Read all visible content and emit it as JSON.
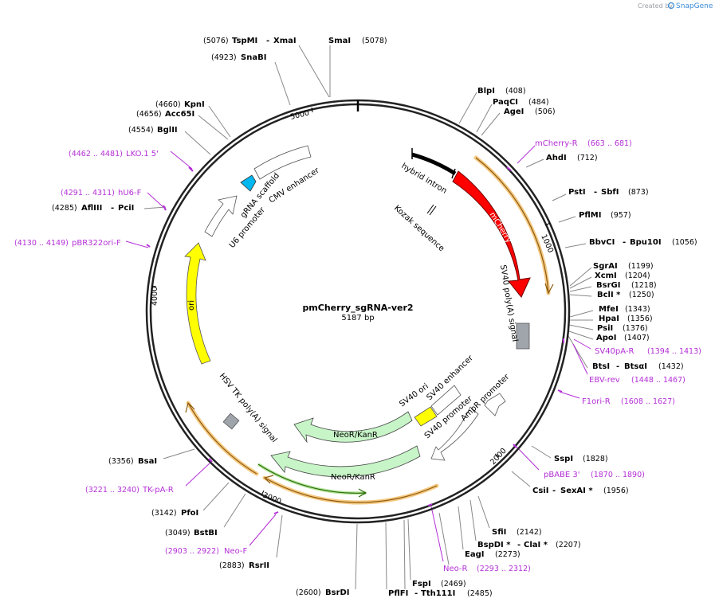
{
  "credit": {
    "created_by": "Created by",
    "brand": "SnapGene",
    "icon": "snapgene-icon"
  },
  "plasmid": {
    "name": "pmCherry_sgRNA-ver2",
    "size": "5187 bp"
  },
  "ticks": [
    "1000",
    "2000",
    "3000",
    "4000",
    "5000"
  ],
  "features": {
    "hybrid_intron": "hybrid intron",
    "mcherry": "mCherry",
    "kozak": "Kozak sequence",
    "sv40_polya": "SV40 poly(A) signal",
    "sv40_ori": "SV40 ori",
    "sv40_enhancer": "SV40 enhancer",
    "ampr_promoter": "AmpR promoter",
    "sv40_promoter": "SV40 promoter",
    "neor1": "NeoR/KanR",
    "neor2": "NeoR/KanR",
    "hsv_polya": "HSV TK poly(A) signal",
    "ori": "ori",
    "u6_promoter": "U6 promoter",
    "grna_scaffold": "gRNA scaffold",
    "cmv_enhancer": "CMV enhancer"
  },
  "site_labels": [
    {
      "name": "SmaI",
      "pos": "(5078)"
    },
    {
      "name": "TspMI",
      "name2": "XmaI",
      "sep": "-",
      "pos": "(5076)"
    },
    {
      "name": "SnaBI",
      "pos": "(4923)"
    },
    {
      "name": "KpnI",
      "pos": "(4660)"
    },
    {
      "name": "Acc65I",
      "pos": "(4656)"
    },
    {
      "name": "BglII",
      "pos": "(4554)"
    },
    {
      "name": "AflIII",
      "name2": "PciI",
      "sep": "-",
      "pos": "(4285)"
    },
    {
      "name": "BlpI",
      "pos": "(408)"
    },
    {
      "name": "PaqCI",
      "pos": "(484)"
    },
    {
      "name": "AgeI",
      "pos": "(506)"
    },
    {
      "name": "AhdI",
      "pos": "(712)"
    },
    {
      "name": "PstI",
      "name2": "SbfI",
      "sep": "-",
      "pos": "(873)"
    },
    {
      "name": "PflMI",
      "pos": "(957)"
    },
    {
      "name": "BbvCI",
      "name2": "Bpu10I",
      "sep": "-",
      "pos": "(1056)"
    },
    {
      "name": "SgrAI",
      "pos": "(1199)"
    },
    {
      "name": "XcmI",
      "pos": "(1204)"
    },
    {
      "name": "BsrGI",
      "pos": "(1218)"
    },
    {
      "name": "BclI *",
      "pos": "(1250)"
    },
    {
      "name": "MfeI",
      "pos": "(1343)"
    },
    {
      "name": "HpaI",
      "pos": "(1356)"
    },
    {
      "name": "PsiI",
      "pos": "(1376)"
    },
    {
      "name": "ApoI",
      "pos": "(1407)"
    },
    {
      "name": "BtsI",
      "name2": "BtsαI",
      "sep": "-",
      "pos": "(1432)"
    },
    {
      "name": "SspI",
      "pos": "(1828)"
    },
    {
      "name": "CsiI",
      "name2": "SexAI *",
      "sep": "-",
      "pos": "(1956)"
    },
    {
      "name": "SfiI",
      "pos": "(2142)"
    },
    {
      "name": "BspDI *",
      "name2": "ClaI *",
      "sep": "-",
      "pos": "(2207)"
    },
    {
      "name": "EagI",
      "pos": "(2273)"
    },
    {
      "name": "FspI",
      "pos": "(2469)"
    },
    {
      "name": "PflFI",
      "name2": "Tth111I",
      "sep": "-",
      "pos": "(2485)"
    },
    {
      "name": "BsrDI",
      "pos": "(2600)"
    },
    {
      "name": "RsrII",
      "pos": "(2883)"
    },
    {
      "name": "BstBI",
      "pos": "(3049)"
    },
    {
      "name": "PfoI",
      "pos": "(3142)"
    },
    {
      "name": "BsaI",
      "pos": "(3356)"
    }
  ],
  "primer_labels": [
    {
      "name": "mCherry-R",
      "pos": "(663 .. 681)"
    },
    {
      "name": "SV40pA-R",
      "pos": "(1394 .. 1413)"
    },
    {
      "name": "EBV-rev",
      "pos": "(1448 .. 1467)"
    },
    {
      "name": "F1ori-R",
      "pos": "(1608 .. 1627)"
    },
    {
      "name": "pBABE 3'",
      "pos": "(1870 .. 1890)"
    },
    {
      "name": "Neo-R",
      "pos": "(2293 .. 2312)"
    },
    {
      "name": "Neo-F",
      "pos": "(2903 .. 2922)"
    },
    {
      "name": "TK-pA-R",
      "pos": "(3221 .. 3240)"
    },
    {
      "name": "pBR322ori-F",
      "pos": "(4130 .. 4149)"
    },
    {
      "name": "hU6-F",
      "pos": "(4291 .. 4311)"
    },
    {
      "name": "LKO.1 5'",
      "pos": "(4462 .. 4481)"
    }
  ],
  "colors": {
    "backbone": "#222222",
    "mcherry": "#ff0000",
    "ori": "#ffff00",
    "neo": "#c8f5c8",
    "scaffold": "#00b7f0",
    "primer": "#b42fd6",
    "primer_arrow": "#e8a544",
    "polya": "#a0a4ab"
  }
}
